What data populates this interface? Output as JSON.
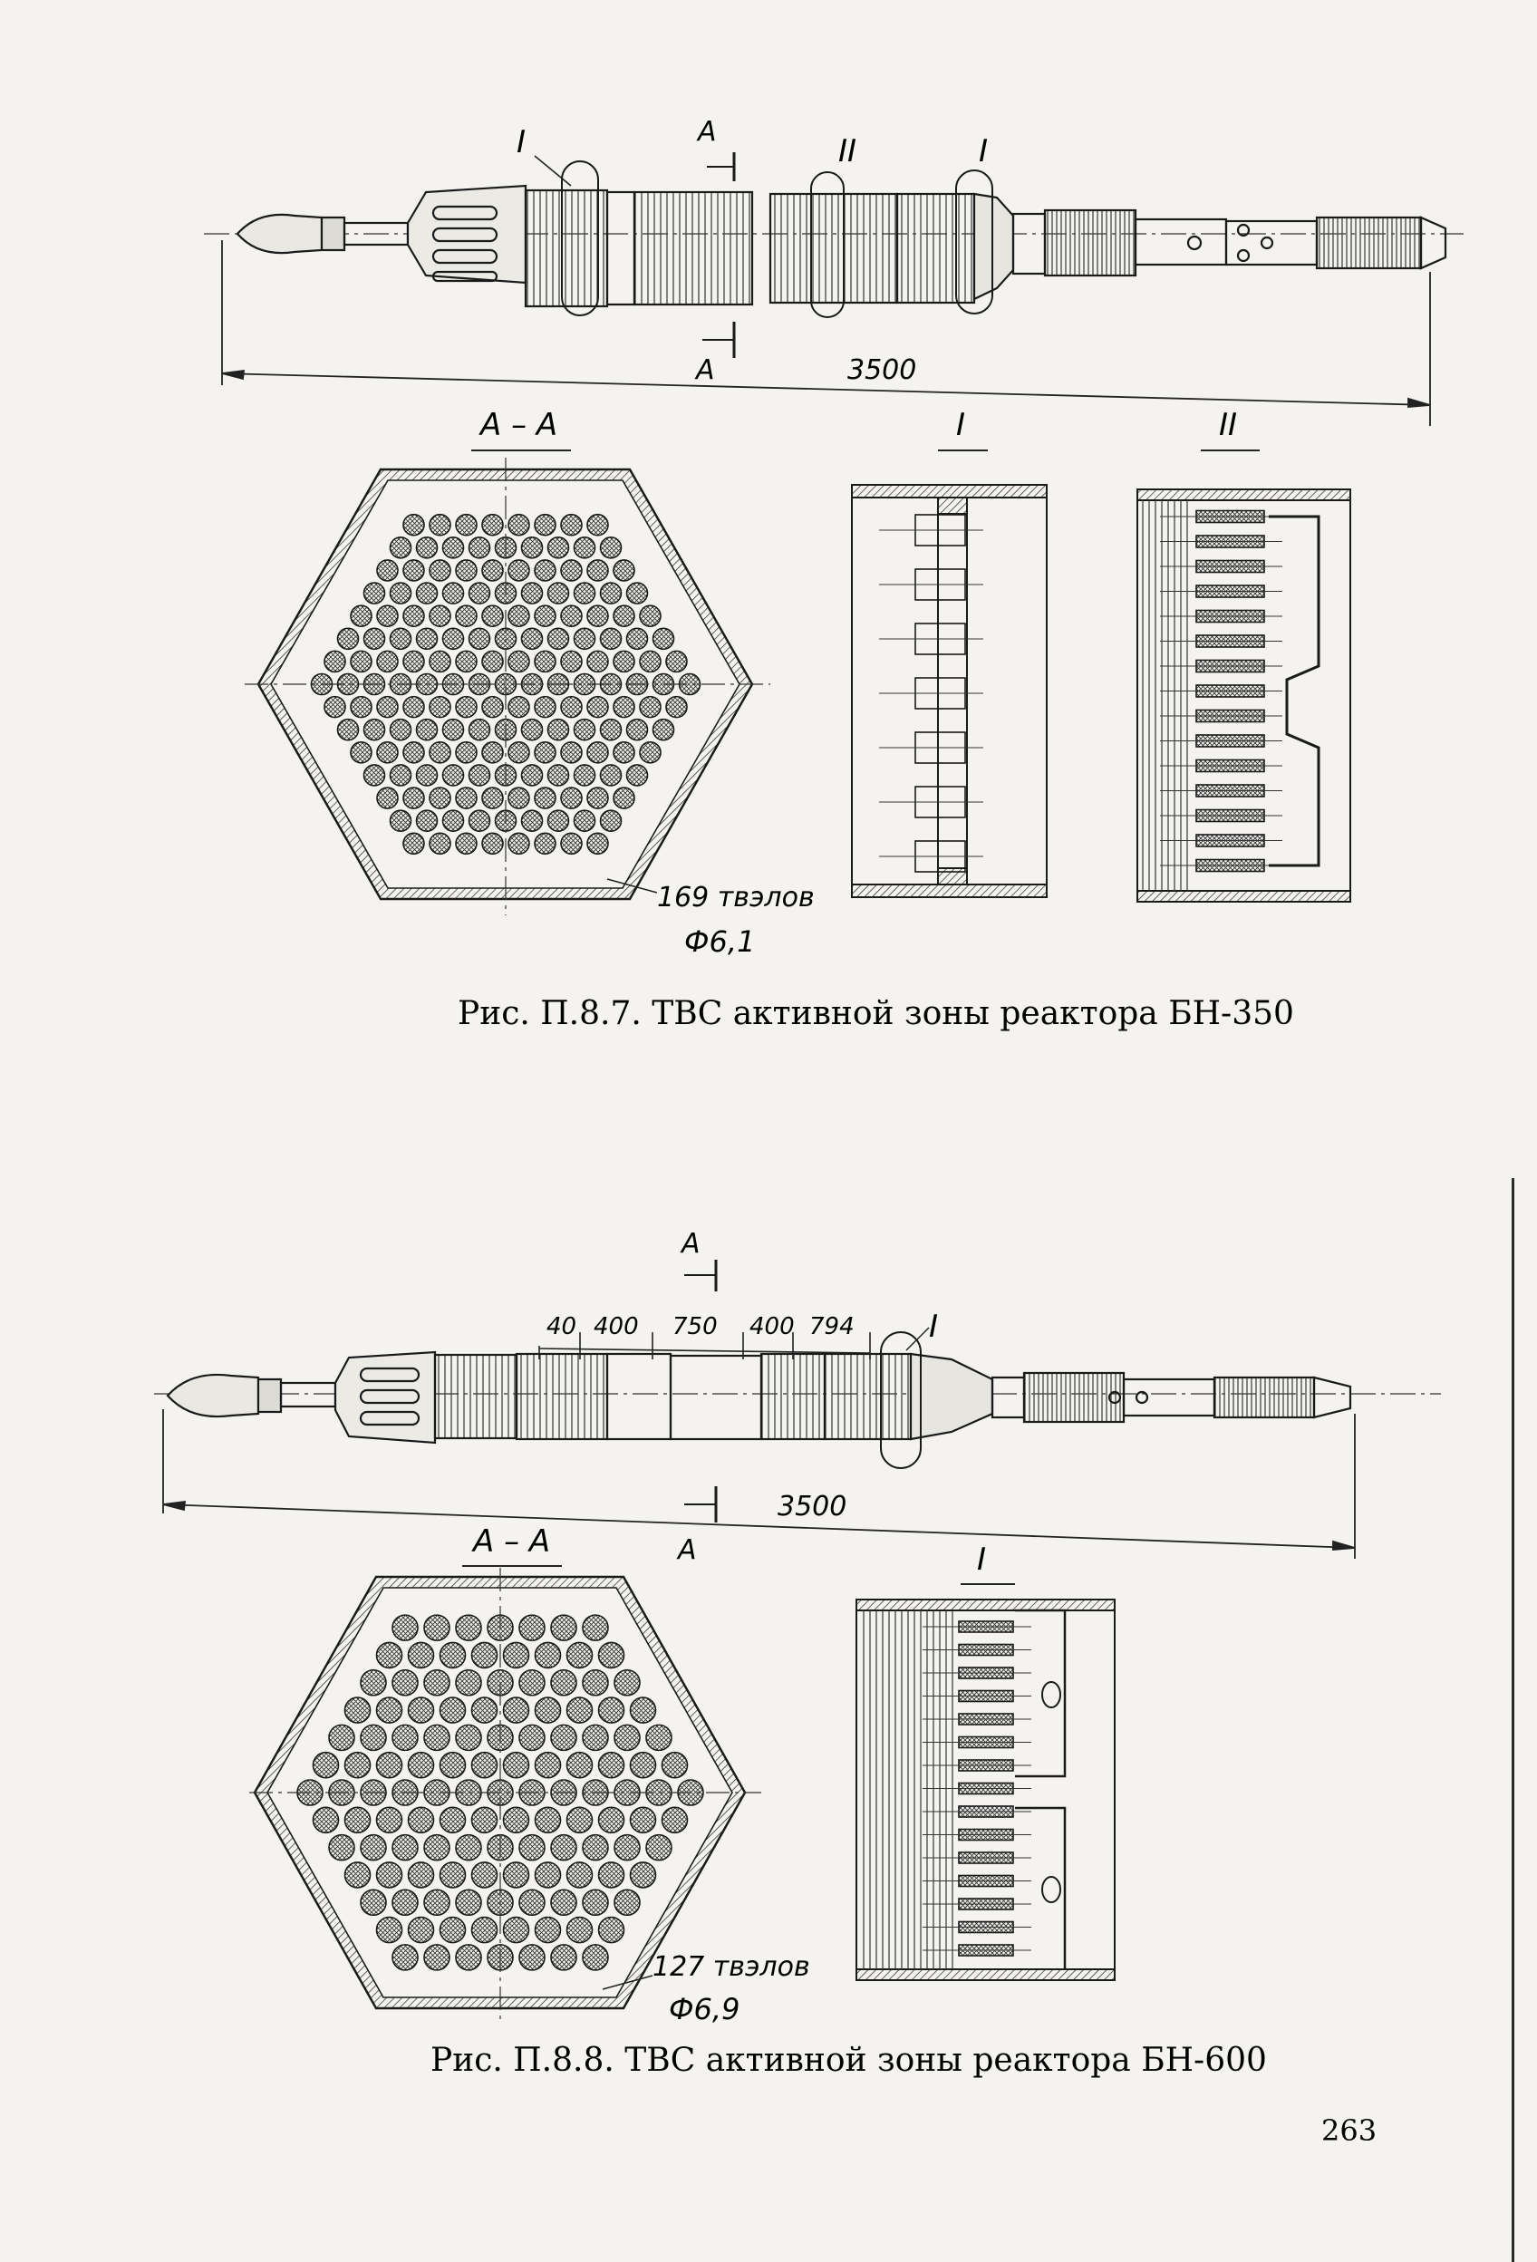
{
  "figure1": {
    "section_mark": "А",
    "detail_1": "I",
    "detail_2": "II",
    "length_label": "3500",
    "section_title": "А – А",
    "detail_title_1": "I",
    "detail_title_2": "II",
    "rods_label": "169 твэлов",
    "diameter_label": "Ф6,1",
    "caption": "Рис. П.8.7. ТВС активной зоны реактора БН-350"
  },
  "figure2": {
    "section_mark": "А",
    "detail_1": "I",
    "dims": [
      "40",
      "400",
      "750",
      "400",
      "794"
    ],
    "length_label": "3500",
    "section_title": "А – А",
    "detail_title_1": "I",
    "rods_label": "127 твэлов",
    "diameter_label": "Ф6,9",
    "caption": "Рис. П.8.8. ТВС активной зоны реактора БН-600"
  },
  "footer": {
    "page_number": "263"
  }
}
